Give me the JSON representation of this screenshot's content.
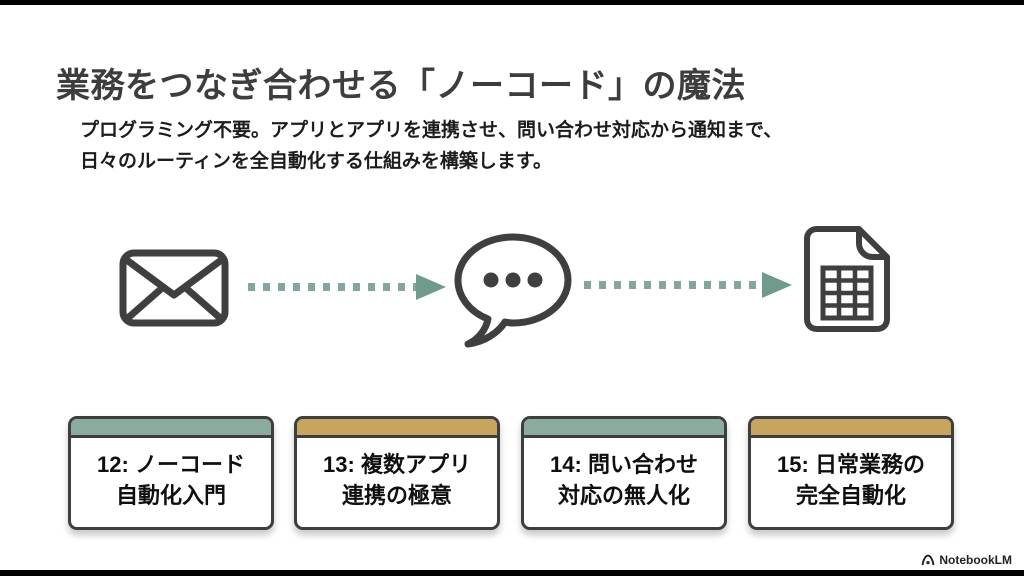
{
  "slide": {
    "title": "業務をつなぎ合わせる「ノーコード」の魔法",
    "subtitle": {
      "line1": "プログラミング不要。アプリとアプリを連携させ、問い合わせ対応から通知まで、",
      "line2": "日々のルーティンを全自動化する仕組みを構築します。"
    }
  },
  "flow": {
    "step_icons": [
      "email-envelope-icon",
      "chat-bubble-ellipsis-icon",
      "spreadsheet-file-icon"
    ],
    "connector": "dashed-arrow-right"
  },
  "cards": [
    {
      "line1": "12: ノーコード",
      "line2": "自動化入門",
      "header_color": "#8cab9f"
    },
    {
      "line1": "13: 複数アプリ",
      "line2": "連携の極意",
      "header_color": "#c8a55f"
    },
    {
      "line1": "14: 問い合わせ",
      "line2": "対応の無人化",
      "header_color": "#8cab9f"
    },
    {
      "line1": "15: 日常業務の",
      "line2": "完全自動化",
      "header_color": "#c8a55f"
    }
  ],
  "footer": {
    "brand": "NotebookLM"
  },
  "colors": {
    "background": "#ffffff",
    "letterbox": "#000000",
    "title_text": "#3d3d3d",
    "body_text": "#1c1c1c",
    "icon_stroke": "#3f3f3f",
    "arrow_dash": "#85a79b",
    "arrow_head": "#6f9a8c",
    "card_border": "#3e3e3e",
    "header_teal": "#8cab9f",
    "header_gold": "#c8a55f"
  }
}
